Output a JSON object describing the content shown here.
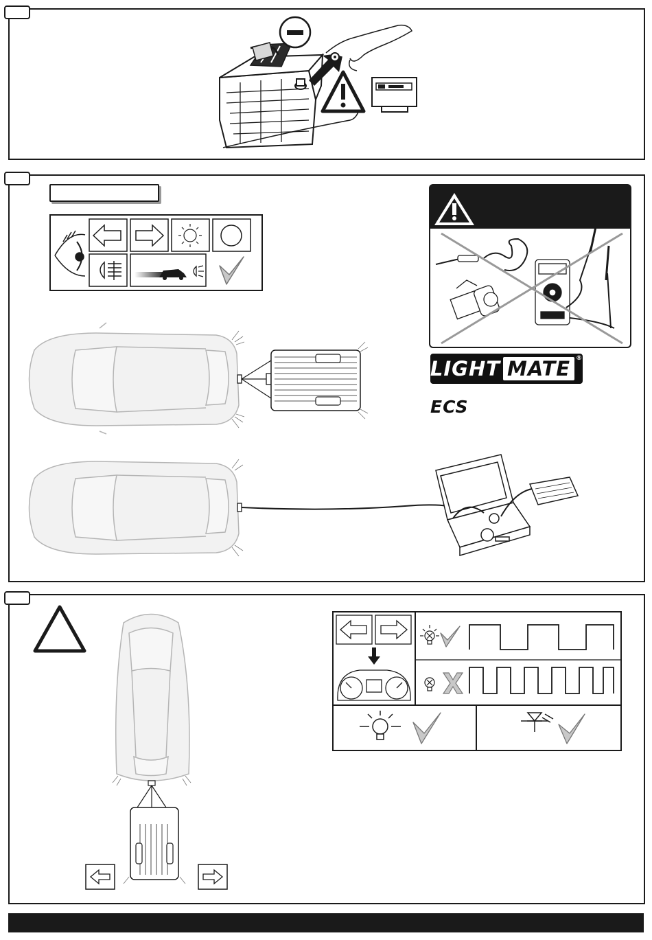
{
  "brand": {
    "light": "LIGHT",
    "mate": "MATE",
    "registered": "®",
    "ecs": "ECS"
  },
  "colors": {
    "line": "#1a1a1a",
    "car_fill": "#f2f2f2",
    "car_stroke": "#b5b5b5",
    "check": "#888888",
    "warn_header": "#1a1a1a"
  },
  "icons": [
    "minus-icon",
    "warning-icon",
    "eye-icon",
    "arrow-left-icon",
    "arrow-right-icon",
    "light-bulb-icon",
    "circle-icon",
    "fog-light-icon",
    "car-light-beam-icon",
    "check-icon",
    "cross-icon",
    "led-icon",
    "multimeter-icon",
    "test-lamp-icon",
    "tester-case-icon"
  ]
}
